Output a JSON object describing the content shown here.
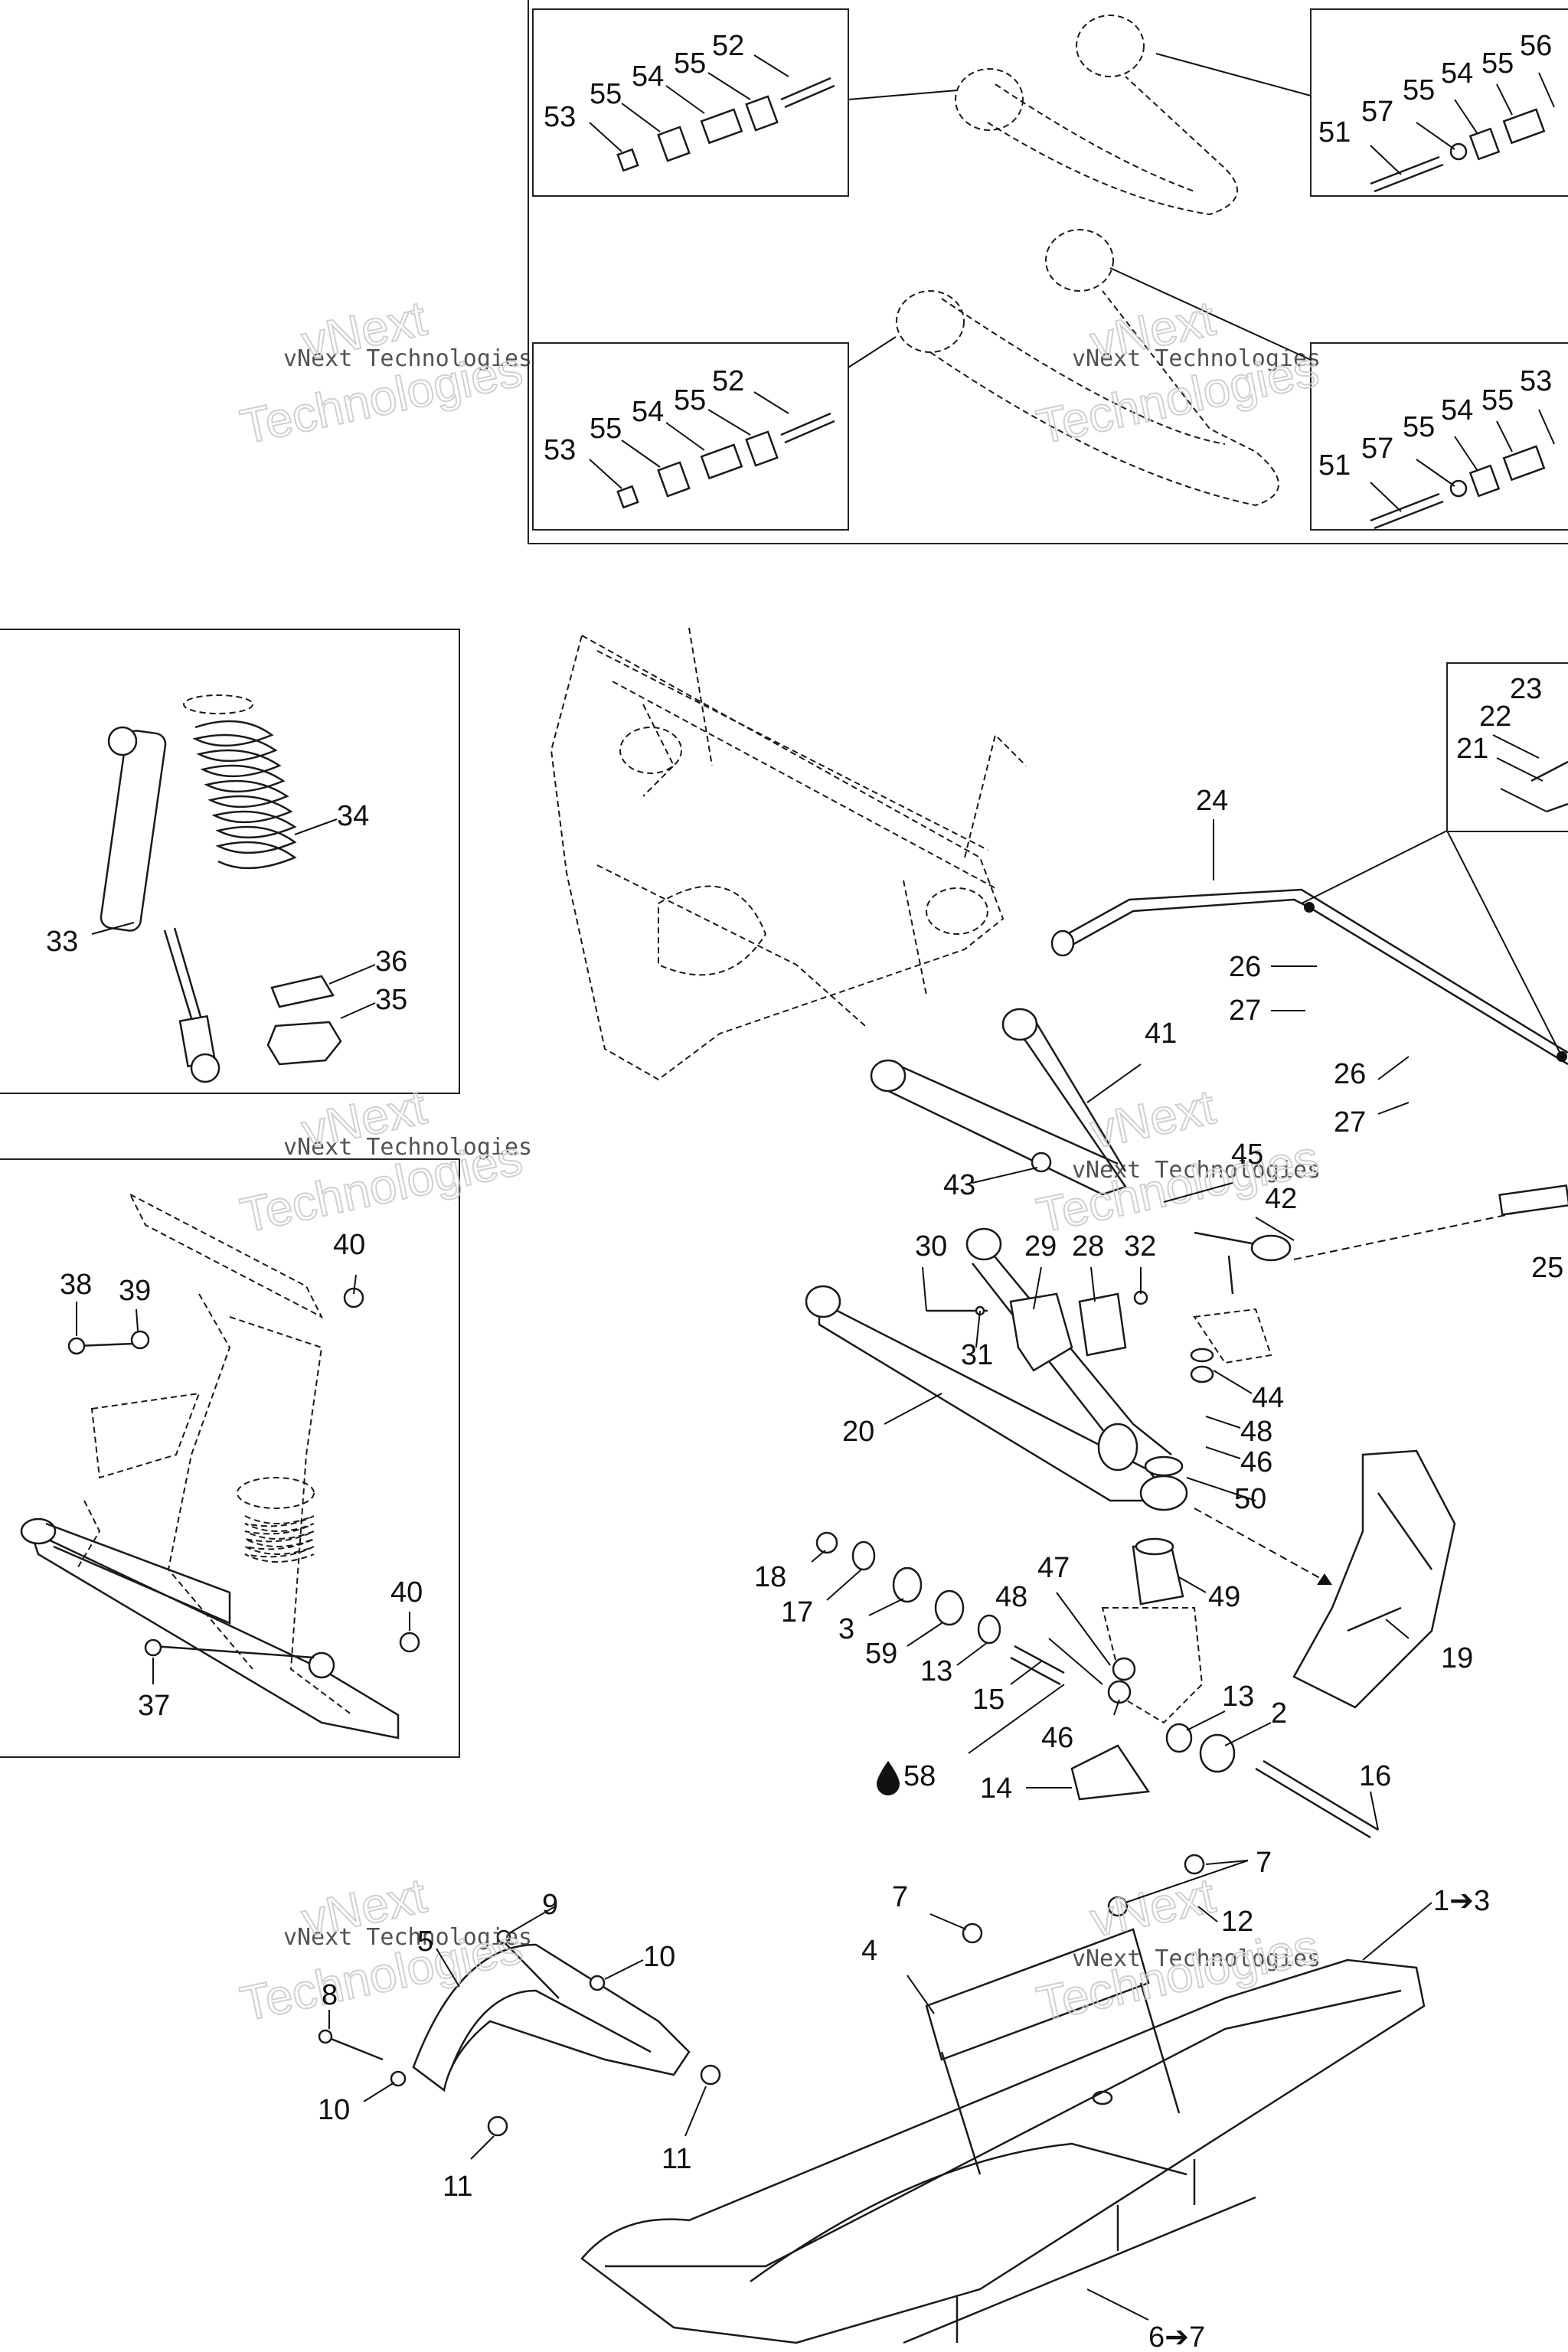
{
  "watermark": {
    "line1": "vNext Technologies",
    "line2": "vNext",
    "line3": "Technologies"
  },
  "callouts": {
    "c53a": "53",
    "c55a": "55",
    "c54a": "54",
    "c55b": "55",
    "c52a": "52",
    "c51a": "51",
    "c57a": "57",
    "c55c": "55",
    "c54b": "54",
    "c55d": "55",
    "c56": "56",
    "c53b": "53",
    "c55e": "55",
    "c54c": "54",
    "c55f": "55",
    "c52b": "52",
    "c51b": "51",
    "c57b": "57",
    "c55g": "55",
    "c54d": "54",
    "c55h": "55",
    "c53c": "53",
    "c34": "34",
    "c33": "33",
    "c36": "36",
    "c35": "35",
    "c23": "23",
    "c22": "22",
    "c21": "21",
    "c24": "24",
    "c26a": "26",
    "c27a": "27",
    "c26b": "26",
    "c27b": "27",
    "c41": "41",
    "c43": "43",
    "c45": "45",
    "c42": "42",
    "c25": "25",
    "c30": "30",
    "c29": "29",
    "c28": "28",
    "c32": "32",
    "c31": "31",
    "c44": "44",
    "c48a": "48",
    "c46a": "46",
    "c50": "50",
    "c20": "20",
    "c40a": "40",
    "c38": "38",
    "c39": "39",
    "c40b": "40",
    "c37": "37",
    "c18": "18",
    "c17": "17",
    "c3": "3",
    "c59": "59",
    "c13a": "13",
    "c15": "15",
    "c47": "47",
    "c48b": "48",
    "c49": "49",
    "c19": "19",
    "c46b": "46",
    "c13b": "13",
    "c2": "2",
    "c58": "58",
    "c14": "14",
    "c16": "16",
    "c7a": "7",
    "c7b": "7",
    "c9": "9",
    "c5": "5",
    "c10a": "10",
    "c12": "12",
    "c1to3": "1➔3",
    "c4": "4",
    "c8": "8",
    "c10b": "10",
    "c11a": "11",
    "c11b": "11",
    "c6to7": "6➔7"
  },
  "icons": {
    "drop": "oil-drop-icon"
  }
}
